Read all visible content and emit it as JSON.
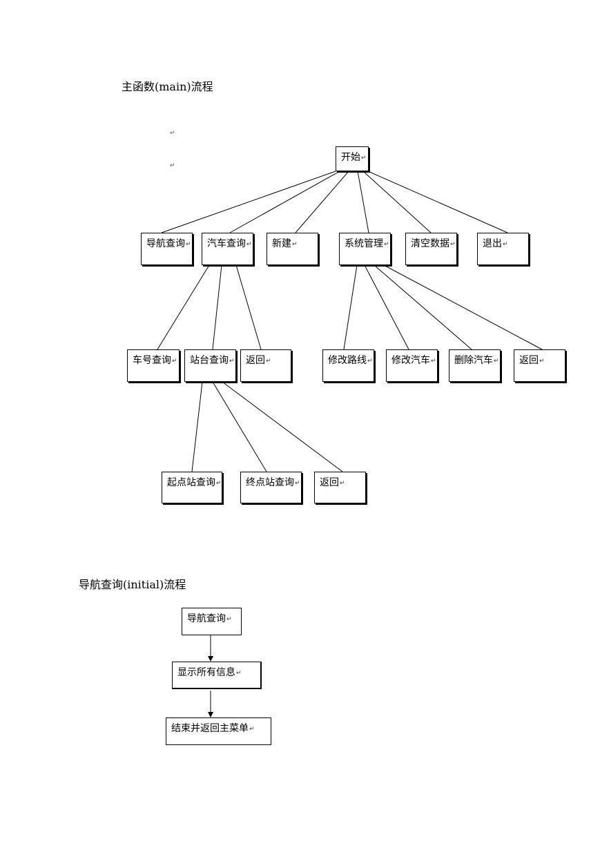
{
  "headings": {
    "main": "主函数(main)流程",
    "initial": "导航查询(initial)流程"
  },
  "para_mark": "↵",
  "tree": {
    "root": "开始",
    "menu": [
      "导航查询",
      "汽车查询",
      "新建",
      "系统管理",
      "清空数据",
      "退出"
    ],
    "bus_query": [
      "车号查询",
      "站台查询",
      "返回"
    ],
    "station_query": [
      "起点站查询",
      "终点站查询",
      "返回"
    ],
    "system_mgmt": [
      "修改路线",
      "修改汽车",
      "删除汽车",
      "返回"
    ]
  },
  "flow": [
    "导航查询",
    "显示所有信息",
    "结束并返回主菜单"
  ]
}
